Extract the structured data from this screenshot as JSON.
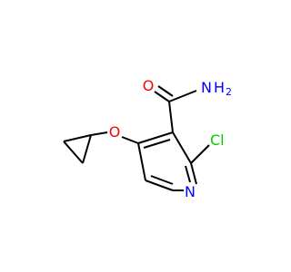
{
  "molecule": {
    "atoms": {
      "amide_oxygen": {
        "symbol": "O",
        "color": "#ff0000"
      },
      "amide_nitrogen": {
        "symbol": "N",
        "hydrogens": "H",
        "subscript": "2",
        "color": "#0000ff"
      },
      "chlorine": {
        "symbol": "Cl",
        "color": "#00cc00"
      },
      "ring_nitrogen": {
        "symbol": "N",
        "color": "#0000ff"
      },
      "ether_oxygen": {
        "symbol": "O",
        "color": "#ff0000"
      }
    }
  }
}
